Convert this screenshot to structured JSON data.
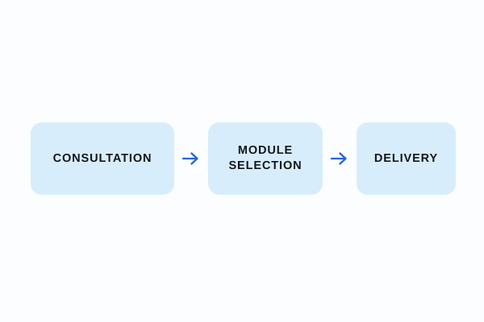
{
  "diagram": {
    "type": "linear-process-flow",
    "background_color": "#fbfdfe",
    "box_fill_color": "#d7edfb",
    "text_color": "#14141e",
    "arrow_color": "#2a62e0",
    "stages": [
      {
        "id": "consultation",
        "label": "CONSULTATION"
      },
      {
        "id": "module-selection",
        "label": "MODULE\nSELECTION"
      },
      {
        "id": "delivery",
        "label": "DELIVERY"
      }
    ],
    "connectors": [
      {
        "id": "arrow-1",
        "icon": "arrow-right-icon",
        "from": "consultation",
        "to": "module-selection"
      },
      {
        "id": "arrow-2",
        "icon": "arrow-right-icon",
        "from": "module-selection",
        "to": "delivery"
      }
    ]
  }
}
